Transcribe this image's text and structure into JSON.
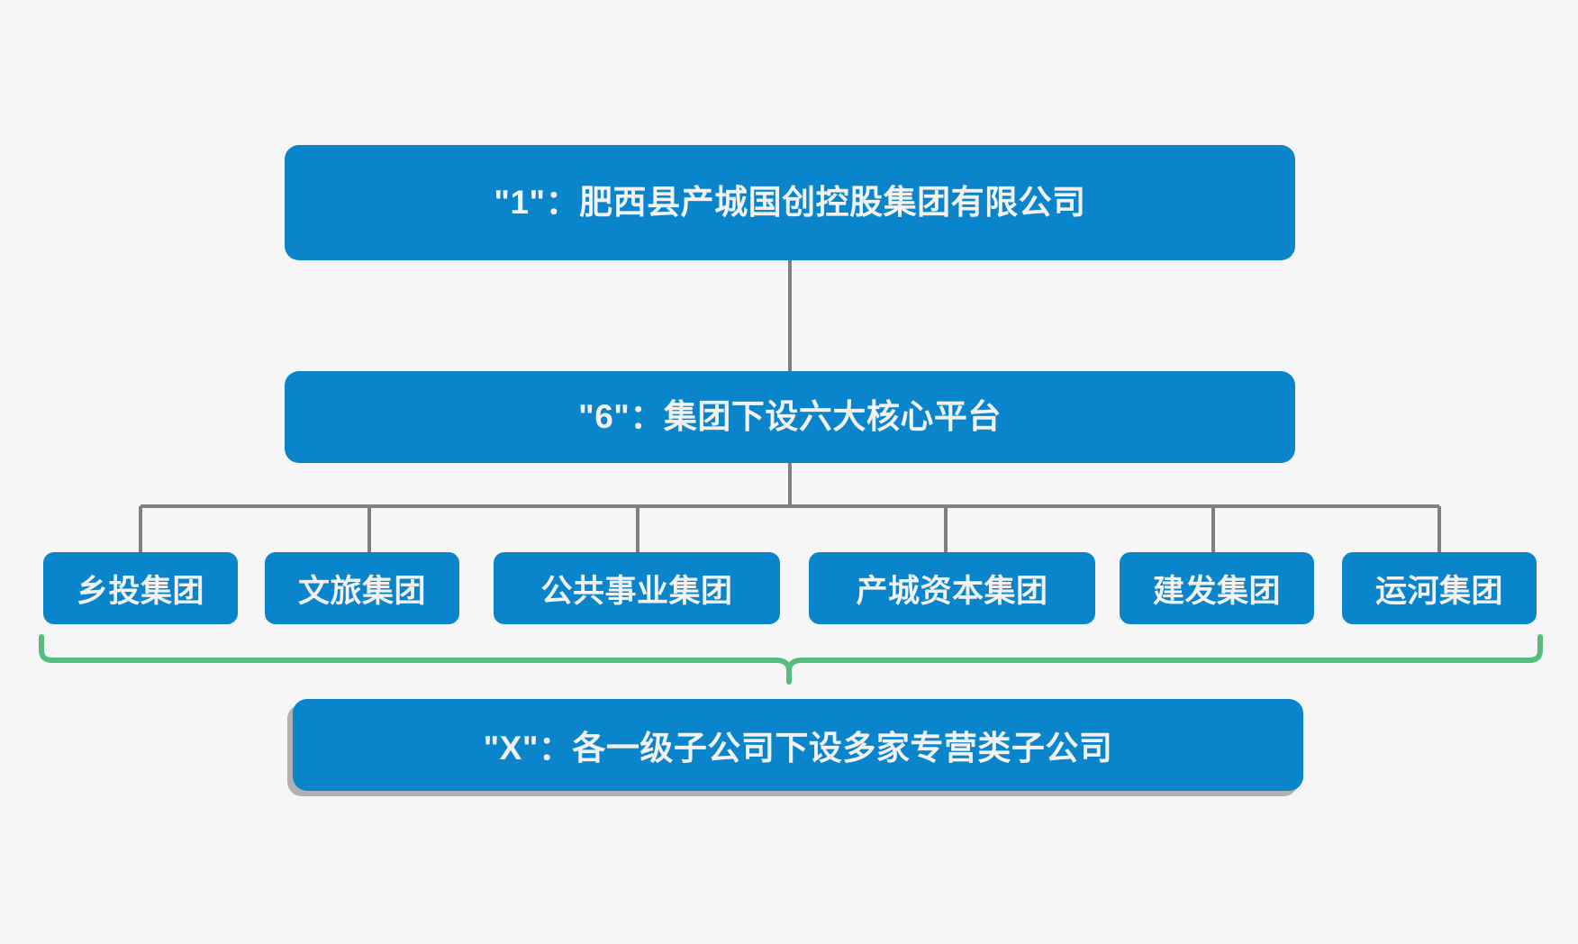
{
  "meta": {
    "background_color": "#f6f6f7",
    "node_color": "#0a85cc",
    "node_text_color": "#f2f2f2",
    "connector_color": "#808080",
    "brace_color": "#55bd7e"
  },
  "chart_data": {
    "type": "diagram",
    "subtype": "organization-chart",
    "title": "",
    "nodes": [
      {
        "id": "root",
        "level": 1,
        "label": "\"1\"：肥西县产城国创控股集团有限公司"
      },
      {
        "id": "six",
        "level": 2,
        "label": "\"6\"：集团下设六大核心平台"
      },
      {
        "id": "c0",
        "level": 3,
        "label": "乡投集团"
      },
      {
        "id": "c1",
        "level": 3,
        "label": "文旅集团"
      },
      {
        "id": "c2",
        "level": 3,
        "label": "公共事业集团"
      },
      {
        "id": "c3",
        "level": 3,
        "label": "产城资本集团"
      },
      {
        "id": "c4",
        "level": 3,
        "label": "建发集团"
      },
      {
        "id": "c5",
        "level": 3,
        "label": "运河集团"
      },
      {
        "id": "x",
        "level": 4,
        "label": "\"X\"：各一级子公司下设多家专营类子公司"
      }
    ],
    "edges": [
      {
        "from": "root",
        "to": "six",
        "style": "straight-gray"
      },
      {
        "from": "six",
        "to": "c0",
        "style": "elbow-gray"
      },
      {
        "from": "six",
        "to": "c1",
        "style": "elbow-gray"
      },
      {
        "from": "six",
        "to": "c2",
        "style": "elbow-gray"
      },
      {
        "from": "six",
        "to": "c3",
        "style": "elbow-gray"
      },
      {
        "from": "six",
        "to": "c4",
        "style": "elbow-gray"
      },
      {
        "from": "six",
        "to": "c5",
        "style": "elbow-gray"
      },
      {
        "from": "c0,c1,c2,c3,c4,c5",
        "to": "x",
        "style": "green-brace"
      }
    ]
  },
  "root_node": {
    "label": "\"1\"：肥西县产城国创控股集团有限公司"
  },
  "six_node": {
    "label": "\"6\"：集团下设六大核心平台"
  },
  "children": [
    {
      "label": "乡投集团"
    },
    {
      "label": "文旅集团"
    },
    {
      "label": "公共事业集团"
    },
    {
      "label": "产城资本集团"
    },
    {
      "label": "建发集团"
    },
    {
      "label": "运河集团"
    }
  ],
  "x_node": {
    "label": "\"X\"：各一级子公司下设多家专营类子公司"
  }
}
